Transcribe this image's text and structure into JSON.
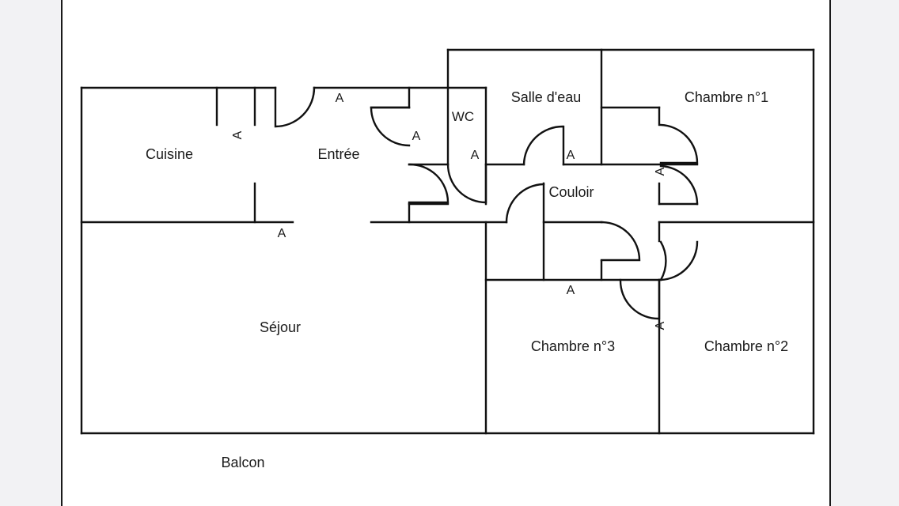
{
  "plan": {
    "rooms": {
      "cuisine": "Cuisine",
      "entree": "Entrée",
      "wc": "WC",
      "salle_deau": "Salle d'eau",
      "chambre1": "Chambre n°1",
      "couloir": "Couloir",
      "sejour": "Séjour",
      "chambre3": "Chambre n°3",
      "chambre2": "Chambre n°2",
      "balcon": "Balcon"
    },
    "door_mark": "A"
  }
}
